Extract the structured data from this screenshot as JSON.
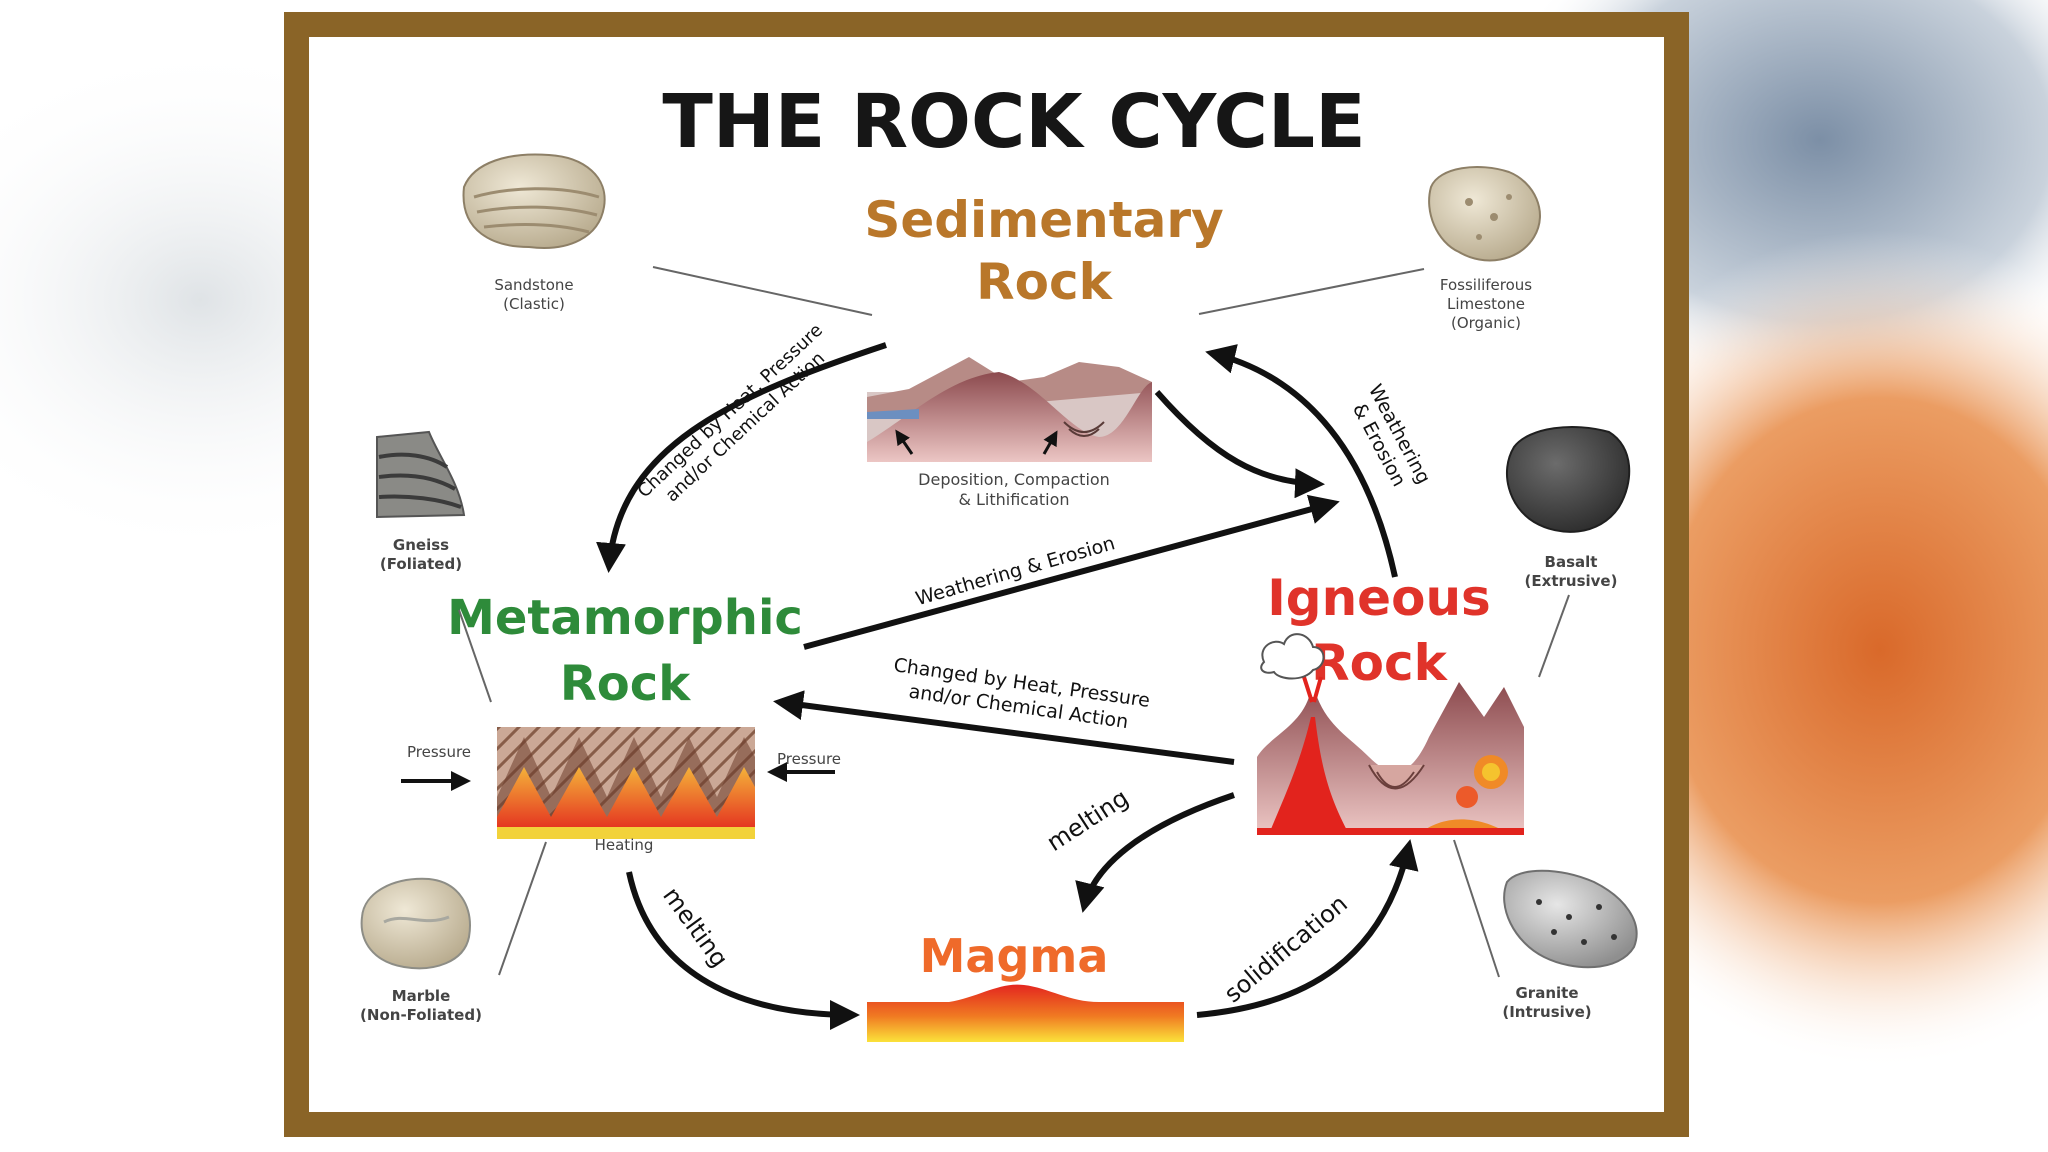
{
  "title": "THE ROCK CYCLE",
  "rocks": {
    "sedimentary": {
      "line1": "Sedimentary",
      "line2": "Rock",
      "color": "#b9772a"
    },
    "metamorphic": {
      "line1": "Metamorphic",
      "line2": "Rock",
      "color": "#2e8b3a"
    },
    "igneous": {
      "line1": "Igneous",
      "line2": "Rock",
      "color": "#e0332a"
    },
    "magma": {
      "label": "Magma",
      "color": "#ef6a2a"
    }
  },
  "samples": {
    "sandstone": {
      "name": "Sandstone",
      "type": "(Clastic)"
    },
    "limestone": {
      "name1": "Fossiliferous",
      "name2": "Limestone",
      "type": "(Organic)"
    },
    "gneiss": {
      "name": "Gneiss",
      "type": "(Foliated)"
    },
    "basalt": {
      "name": "Basalt",
      "type": "(Extrusive)"
    },
    "marble": {
      "name": "Marble",
      "type": "(Non-Foliated)"
    },
    "granite": {
      "name": "Granite",
      "type": "(Intrusive)"
    }
  },
  "processes": {
    "sed_to_meta_1": "Changed by Heat, Pressure",
    "sed_to_meta_2": "and/or Chemical Action",
    "ign_to_sed_1": "Weathering",
    "ign_to_sed_2": "& Erosion",
    "meta_to_ign": "Weathering & Erosion",
    "ign_to_meta_1": "Changed by Heat, Pressure",
    "ign_to_meta_2": "and/or Chemical Action",
    "ign_melting": "melting",
    "meta_melting": "melting",
    "solidification": "solidification"
  },
  "captions": {
    "deposition_1": "Deposition, Compaction",
    "deposition_2": "& Lithification",
    "pressure_left": "Pressure",
    "pressure_right": "Pressure",
    "heating": "Heating"
  },
  "colors": {
    "frame": "#8a6427",
    "arrow": "#111111"
  }
}
